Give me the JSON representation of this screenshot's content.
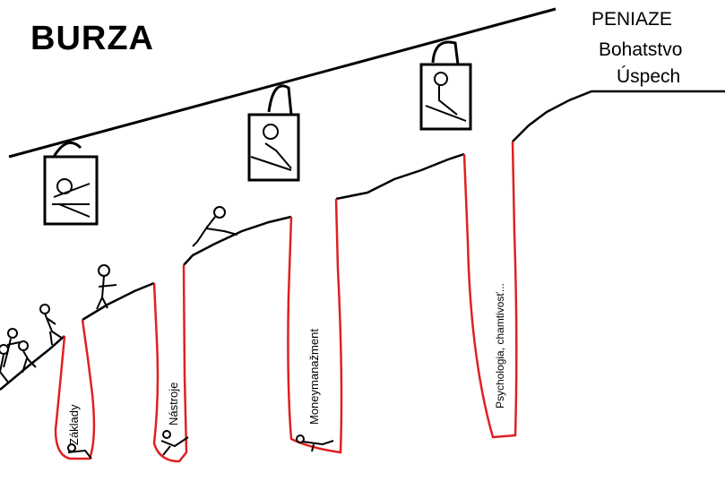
{
  "title": "BURZA",
  "goals": [
    "PENIAZE",
    "Bohatstvo",
    "Úspech"
  ],
  "gaps": [
    {
      "label": "Základy"
    },
    {
      "label": "Nástroje"
    },
    {
      "label": "Moneymanažment"
    },
    {
      "label": "Psychologia, chamtivosť..."
    }
  ],
  "colors": {
    "ink": "#000000",
    "crevice": "#e02020",
    "background": "#ffffff"
  }
}
